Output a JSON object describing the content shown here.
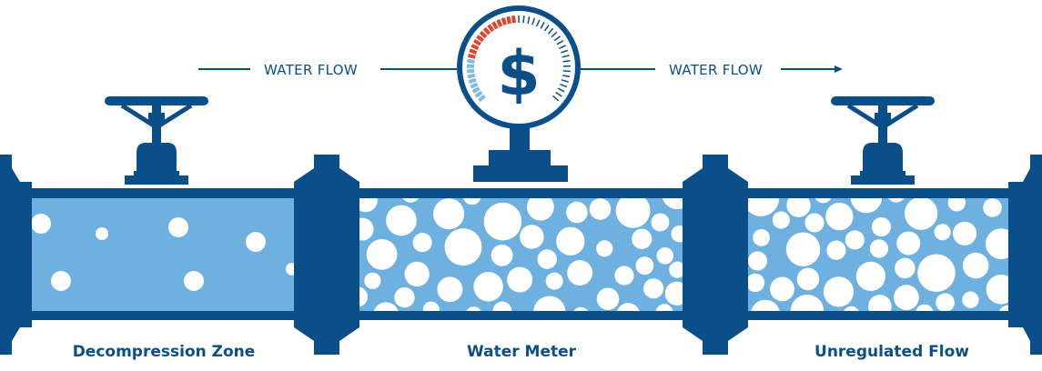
{
  "flow_labels": {
    "left": "WATER FLOW",
    "right": "WATER FLOW"
  },
  "gauge": {
    "symbol": "$"
  },
  "sections": [
    {
      "label": "Decompression Zone"
    },
    {
      "label": "Water Meter"
    },
    {
      "label": "Unregulated Flow"
    }
  ],
  "colors": {
    "pipe": "#0b4f8a",
    "water": "#6eb0df",
    "needle_red": "#e2452b",
    "gauge_light": "#7fbbe6"
  }
}
